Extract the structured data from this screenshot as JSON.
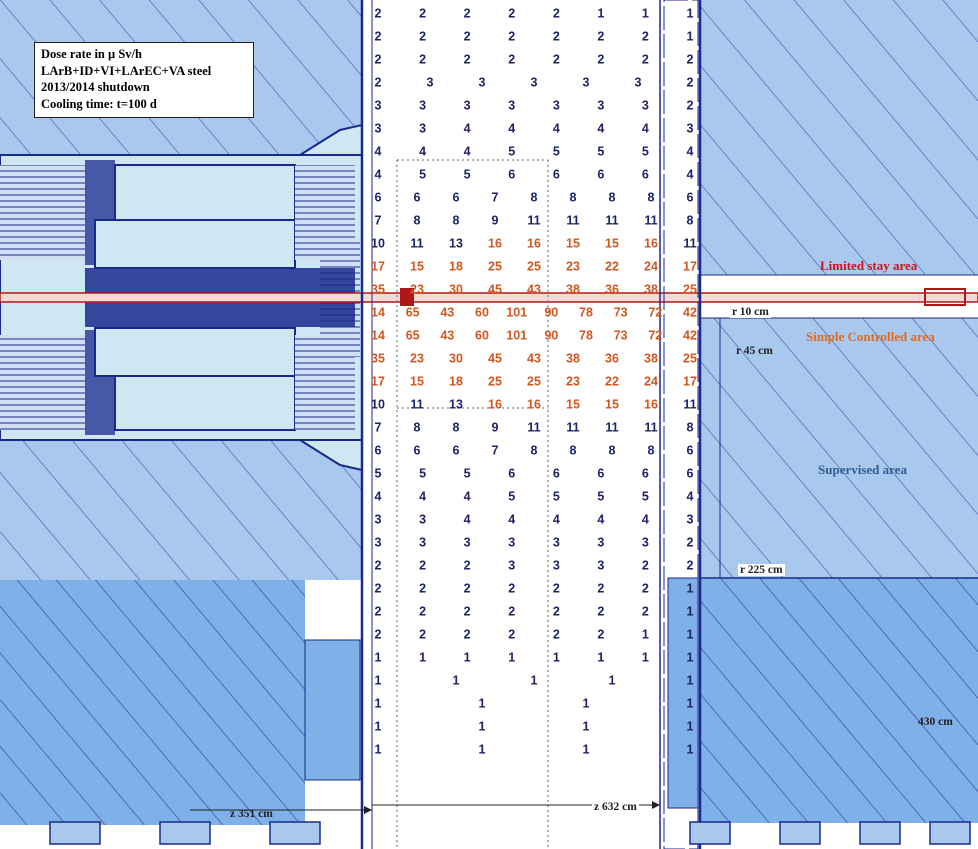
{
  "legend": {
    "line1": "Dose rate in µ Sv/h",
    "line2": "LArB+ID+VI+LArEC+VA steel",
    "line3": "2013/2014 shutdown",
    "line4": "Cooling time: t=100 d"
  },
  "areas": {
    "limited": "Limited stay area",
    "simple": "Simple Controlled area",
    "supervised": "Supervised area"
  },
  "dimensions": {
    "r10": "r 10 cm",
    "r45": "r 45 cm",
    "r225": "r 225 cm",
    "d430": "430 cm",
    "z351": "z 351 cm",
    "z632": "z 632 cm"
  },
  "colors": {
    "structure": "#1a2a8c",
    "shield_fill": "#a9c8ee",
    "shield_fill_dark": "#7fb0e8",
    "detector_fill": "#cfe6f3",
    "dose_low": "#1c2466",
    "dose_high": "#d2561e",
    "limited": "#c4161c",
    "simple": "#e46a1e",
    "supervised": "#2f5e8f"
  },
  "dose_rows": [
    [
      "2",
      "2",
      "2",
      "2",
      "2",
      "1",
      "1",
      "1"
    ],
    [
      "2",
      "2",
      "2",
      "2",
      "2",
      "2",
      "2",
      "1"
    ],
    [
      "2",
      "2",
      "2",
      "2",
      "2",
      "2",
      "2",
      "2"
    ],
    [
      "2",
      "3",
      "3",
      "3",
      "3",
      "3",
      "2"
    ],
    [
      "3",
      "3",
      "3",
      "3",
      "3",
      "3",
      "3",
      "2"
    ],
    [
      "3",
      "3",
      "4",
      "4",
      "4",
      "4",
      "4",
      "3"
    ],
    [
      "4",
      "4",
      "4",
      "5",
      "5",
      "5",
      "5",
      "4"
    ],
    [
      "4",
      "5",
      "5",
      "6",
      "6",
      "6",
      "6",
      "4"
    ],
    [
      "6",
      "6",
      "6",
      "7",
      "8",
      "8",
      "8",
      "8",
      "6"
    ],
    [
      "7",
      "8",
      "8",
      "9",
      "11",
      "11",
      "11",
      "11",
      "8"
    ],
    [
      "10",
      "11",
      "13",
      "16",
      "16",
      "15",
      "15",
      "16",
      "11"
    ],
    [
      "17",
      "15",
      "18",
      "25",
      "25",
      "23",
      "22",
      "24",
      "17"
    ],
    [
      "35",
      "23",
      "30",
      "45",
      "43",
      "38",
      "36",
      "38",
      "25"
    ],
    [
      "14",
      "65",
      "43",
      "60",
      "101",
      "90",
      "78",
      "73",
      "72",
      "42"
    ],
    [
      "14",
      "65",
      "43",
      "60",
      "101",
      "90",
      "78",
      "73",
      "72",
      "42"
    ],
    [
      "35",
      "23",
      "30",
      "45",
      "43",
      "38",
      "36",
      "38",
      "25"
    ],
    [
      "17",
      "15",
      "18",
      "25",
      "25",
      "23",
      "22",
      "24",
      "17"
    ],
    [
      "10",
      "11",
      "13",
      "16",
      "16",
      "15",
      "15",
      "16",
      "11"
    ],
    [
      "7",
      "8",
      "8",
      "9",
      "11",
      "11",
      "11",
      "11",
      "8"
    ],
    [
      "6",
      "6",
      "6",
      "7",
      "8",
      "8",
      "8",
      "8",
      "6"
    ],
    [
      "5",
      "5",
      "5",
      "6",
      "6",
      "6",
      "6",
      "6"
    ],
    [
      "4",
      "4",
      "4",
      "5",
      "5",
      "5",
      "5",
      "4"
    ],
    [
      "3",
      "3",
      "4",
      "4",
      "4",
      "4",
      "4",
      "3"
    ],
    [
      "3",
      "3",
      "3",
      "3",
      "3",
      "3",
      "3",
      "2"
    ],
    [
      "2",
      "2",
      "2",
      "3",
      "3",
      "3",
      "2",
      "2"
    ],
    [
      "2",
      "2",
      "2",
      "2",
      "2",
      "2",
      "2",
      "1"
    ],
    [
      "2",
      "2",
      "2",
      "2",
      "2",
      "2",
      "2",
      "1"
    ],
    [
      "2",
      "2",
      "2",
      "2",
      "2",
      "2",
      "1",
      "1"
    ],
    [
      "1",
      "1",
      "1",
      "1",
      "1",
      "1",
      "1",
      "1"
    ],
    [
      "1",
      "1",
      "1",
      "1",
      "1"
    ],
    [
      "1",
      "1",
      "1",
      "1"
    ],
    [
      "1",
      "1",
      "1",
      "1"
    ],
    [
      "1",
      "1",
      "1",
      "1"
    ]
  ]
}
